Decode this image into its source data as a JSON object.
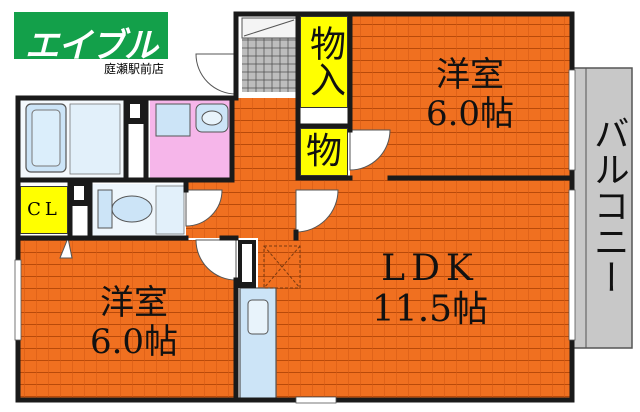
{
  "brand": {
    "logo_text": "エイブル",
    "branch": "庭瀬駅前店",
    "logo_color": "#13a04a"
  },
  "rooms": {
    "western_upper": {
      "name": "洋室",
      "size": "6.0帖"
    },
    "western_lower": {
      "name": "洋室",
      "size": "6.0帖"
    },
    "ldk": {
      "name": "LDK",
      "size": "11.5帖"
    },
    "balcony": {
      "name": "バルコニー"
    },
    "closet_large": {
      "name": "物入"
    },
    "closet_small": {
      "name": "物"
    },
    "cl": {
      "name": "CL"
    }
  },
  "colors": {
    "floor": "#f07020",
    "floor_line": "#b84a0a",
    "wall": "#1a1a1a",
    "label_yellow": "#ffff00",
    "bath_blue": "#cce4f7",
    "washroom_pink": "#f6b6ea",
    "balcony_gray": "#c8c8c8",
    "tile_gray": "#9e9e9e"
  }
}
